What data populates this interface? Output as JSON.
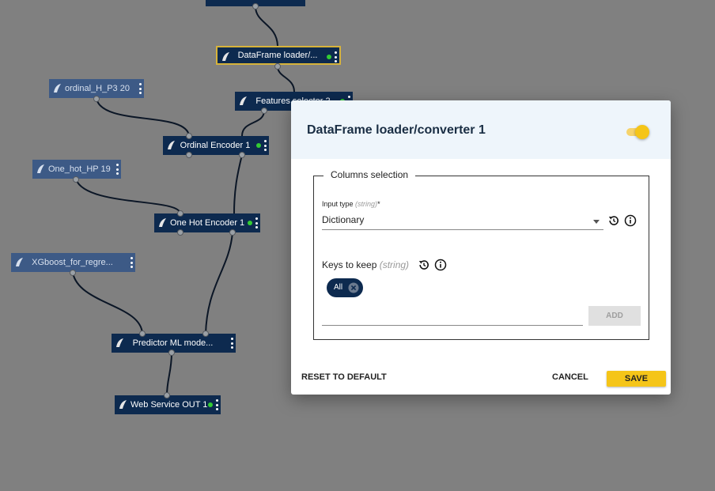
{
  "canvas": {
    "nodes": [
      {
        "id": "top-node",
        "label": "",
        "faded": false,
        "status": false
      },
      {
        "id": "dataframe-loader",
        "label": "DataFrame loader/...",
        "faded": false,
        "status": true,
        "selected": true
      },
      {
        "id": "ordinal-h-p3",
        "label": "ordinal_H_P3 20",
        "faded": true,
        "status": false
      },
      {
        "id": "features-selector",
        "label": "Features selector 2",
        "faded": false,
        "status": true
      },
      {
        "id": "ordinal-encoder",
        "label": "Ordinal Encoder 1",
        "faded": false,
        "status": true
      },
      {
        "id": "one-hot-hp",
        "label": "One_hot_HP 19",
        "faded": true,
        "status": false
      },
      {
        "id": "one-hot-encoder",
        "label": "One Hot Encoder 1",
        "faded": false,
        "status": true
      },
      {
        "id": "xgboost",
        "label": "XGboost_for_regre...",
        "faded": true,
        "status": false
      },
      {
        "id": "predictor",
        "label": "Predictor ML mode...",
        "faded": false,
        "status": false
      },
      {
        "id": "web-service-out",
        "label": "Web Service OUT 1",
        "faded": false,
        "status": true
      }
    ]
  },
  "dialog": {
    "title": "DataFrame loader/converter 1",
    "toggle_on": true,
    "fieldset_legend": "Columns selection",
    "input_type": {
      "label": "Input type",
      "type_hint": "(string)",
      "required_mark": "*",
      "value": "Dictionary"
    },
    "keys_to_keep": {
      "label": "Keys to keep",
      "type_hint": "(string)",
      "chips": [
        "All"
      ],
      "input_value": "",
      "add_label": "ADD"
    },
    "footer": {
      "reset_label": "RESET TO DEFAULT",
      "cancel_label": "CANCEL",
      "save_label": "SAVE"
    }
  },
  "colors": {
    "canvas_bg": "#808080",
    "node_bg": "#0d2a4f",
    "node_faded_bg": "#3d5a86",
    "status_green": "#33cc33",
    "accent_yellow": "#f5c518",
    "selected_border": "#d7b33a"
  }
}
